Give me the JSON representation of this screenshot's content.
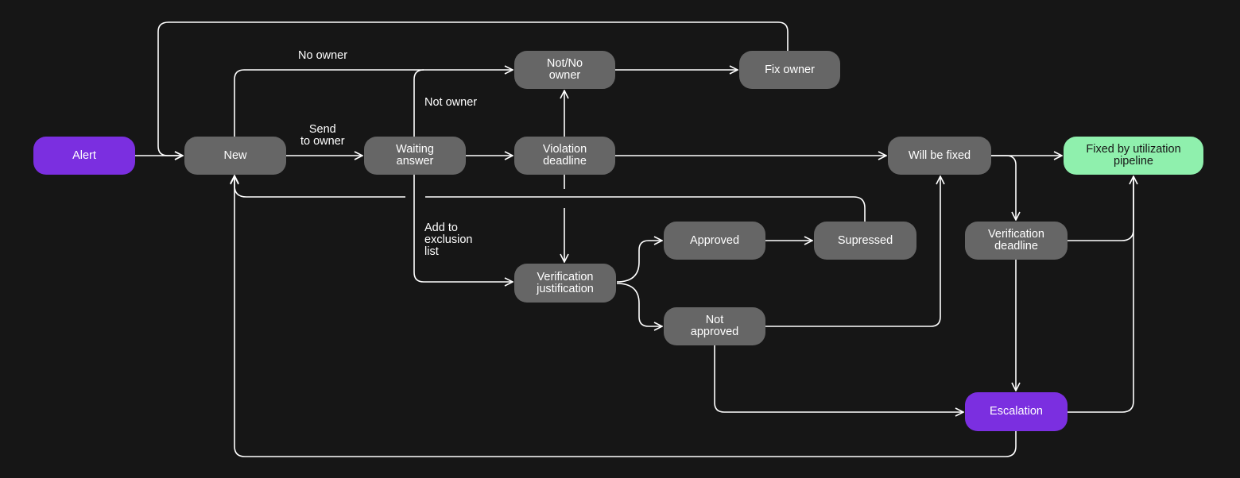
{
  "nodes": {
    "alert": {
      "label": "Alert",
      "style": "purple"
    },
    "new": {
      "label": "New",
      "style": "gray"
    },
    "waiting_answer": {
      "label": "Waiting\nanswer",
      "style": "gray"
    },
    "not_no_owner": {
      "label": "Not/No\nowner",
      "style": "gray"
    },
    "fix_owner": {
      "label": "Fix owner",
      "style": "gray"
    },
    "violation_deadline": {
      "label": "Violation\ndeadline",
      "style": "gray"
    },
    "will_be_fixed": {
      "label": "Will be fixed",
      "style": "gray"
    },
    "fixed_by_pipeline": {
      "label": "Fixed by utilization\npipeline",
      "style": "green"
    },
    "verification_justification": {
      "label": "Verification\njustification",
      "style": "gray"
    },
    "approved": {
      "label": "Approved",
      "style": "gray"
    },
    "supressed": {
      "label": "Supressed",
      "style": "gray"
    },
    "not_approved": {
      "label": "Not\napproved",
      "style": "gray"
    },
    "verification_deadline": {
      "label": "Verification\ndeadline",
      "style": "gray"
    },
    "escalation": {
      "label": "Escalation",
      "style": "purple"
    }
  },
  "edge_labels": {
    "no_owner": "No owner",
    "send_to_owner": "Send\nto owner",
    "not_owner": "Not owner",
    "add_to_exclusion_list": "Add to\nexclusion\nlist"
  },
  "colors": {
    "background": "#161616",
    "node_gray": "#666666",
    "node_purple": "#7b2fe0",
    "node_green": "#8ff0ad",
    "line": "#ffffff"
  }
}
